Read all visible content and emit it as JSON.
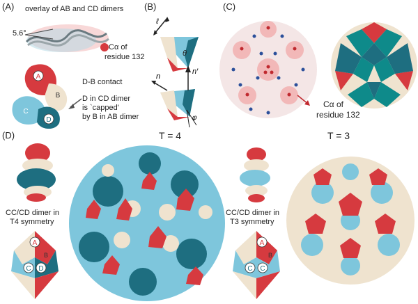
{
  "figure": {
    "panels": {
      "A": {
        "label": "(A)",
        "overlay_title": "overlay of AB and CD dimers",
        "angle": "5.6°",
        "calpha": "Cα of",
        "residue": "residue 132",
        "contact_title": "D-B contact",
        "contact_line1": "D in CD dimer",
        "contact_line2": "is `capped'",
        "contact_line3": "by B in AB dimer",
        "chains": [
          "A",
          "B",
          "C",
          "D"
        ]
      },
      "B": {
        "label": "(B)",
        "sym_l": "ℓ",
        "sym_theta": "θ",
        "sym_n": "n",
        "sym_nprime": "n′",
        "sym_phi": "φ"
      },
      "C": {
        "label": "(C)",
        "calpha": "Cα of",
        "residue": "residue 132"
      },
      "D": {
        "label": "(D)",
        "t4_title": "T = 4",
        "t3_title": "T = 3",
        "t4_caption": [
          "CC/CD dimer in",
          "T4 symmetry"
        ],
        "t3_caption": [
          "CC/CD dimer in",
          "T3 symmetry"
        ],
        "t4_chains": [
          "A",
          "B",
          "C",
          "D"
        ],
        "t3_chains": [
          "A",
          "B",
          "C",
          "C"
        ]
      }
    },
    "colors": {
      "red": "#d63a3f",
      "cream": "#efe3cf",
      "teal": "#1e6e80",
      "light_blue": "#7ec6dc",
      "pink": "#f2b8b8"
    }
  }
}
